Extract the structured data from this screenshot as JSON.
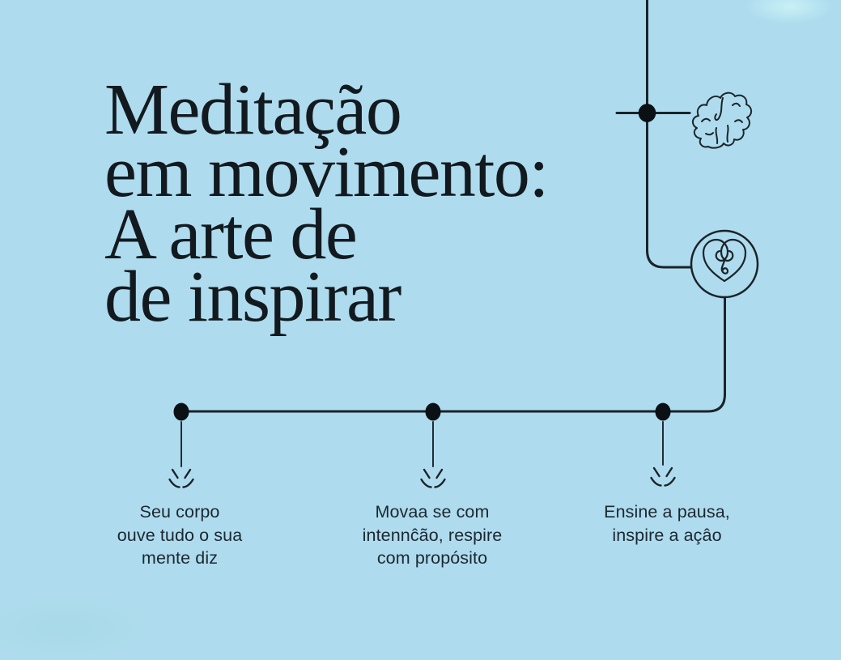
{
  "colors": {
    "background": "#aedcee",
    "ink": "#1b2329",
    "title_ink": "#121a20",
    "label_ink": "#1d2730",
    "dot": "#0b1014"
  },
  "title": {
    "lines": [
      "Meditação",
      "em movimento:",
      "A arte de",
      "de inspirar"
    ]
  },
  "diagram": {
    "icons": [
      {
        "name": "brain-icon"
      },
      {
        "name": "heart-icon"
      }
    ],
    "branches": [
      {
        "lines": [
          "Seu corpo",
          "ouve tudo o sua",
          "mente diz"
        ]
      },
      {
        "lines": [
          "Movaa se com",
          "intennĉão, respire",
          "com propósito"
        ]
      },
      {
        "lines": [
          "Ensine a pausa,",
          "inspire a açâo"
        ]
      }
    ]
  }
}
